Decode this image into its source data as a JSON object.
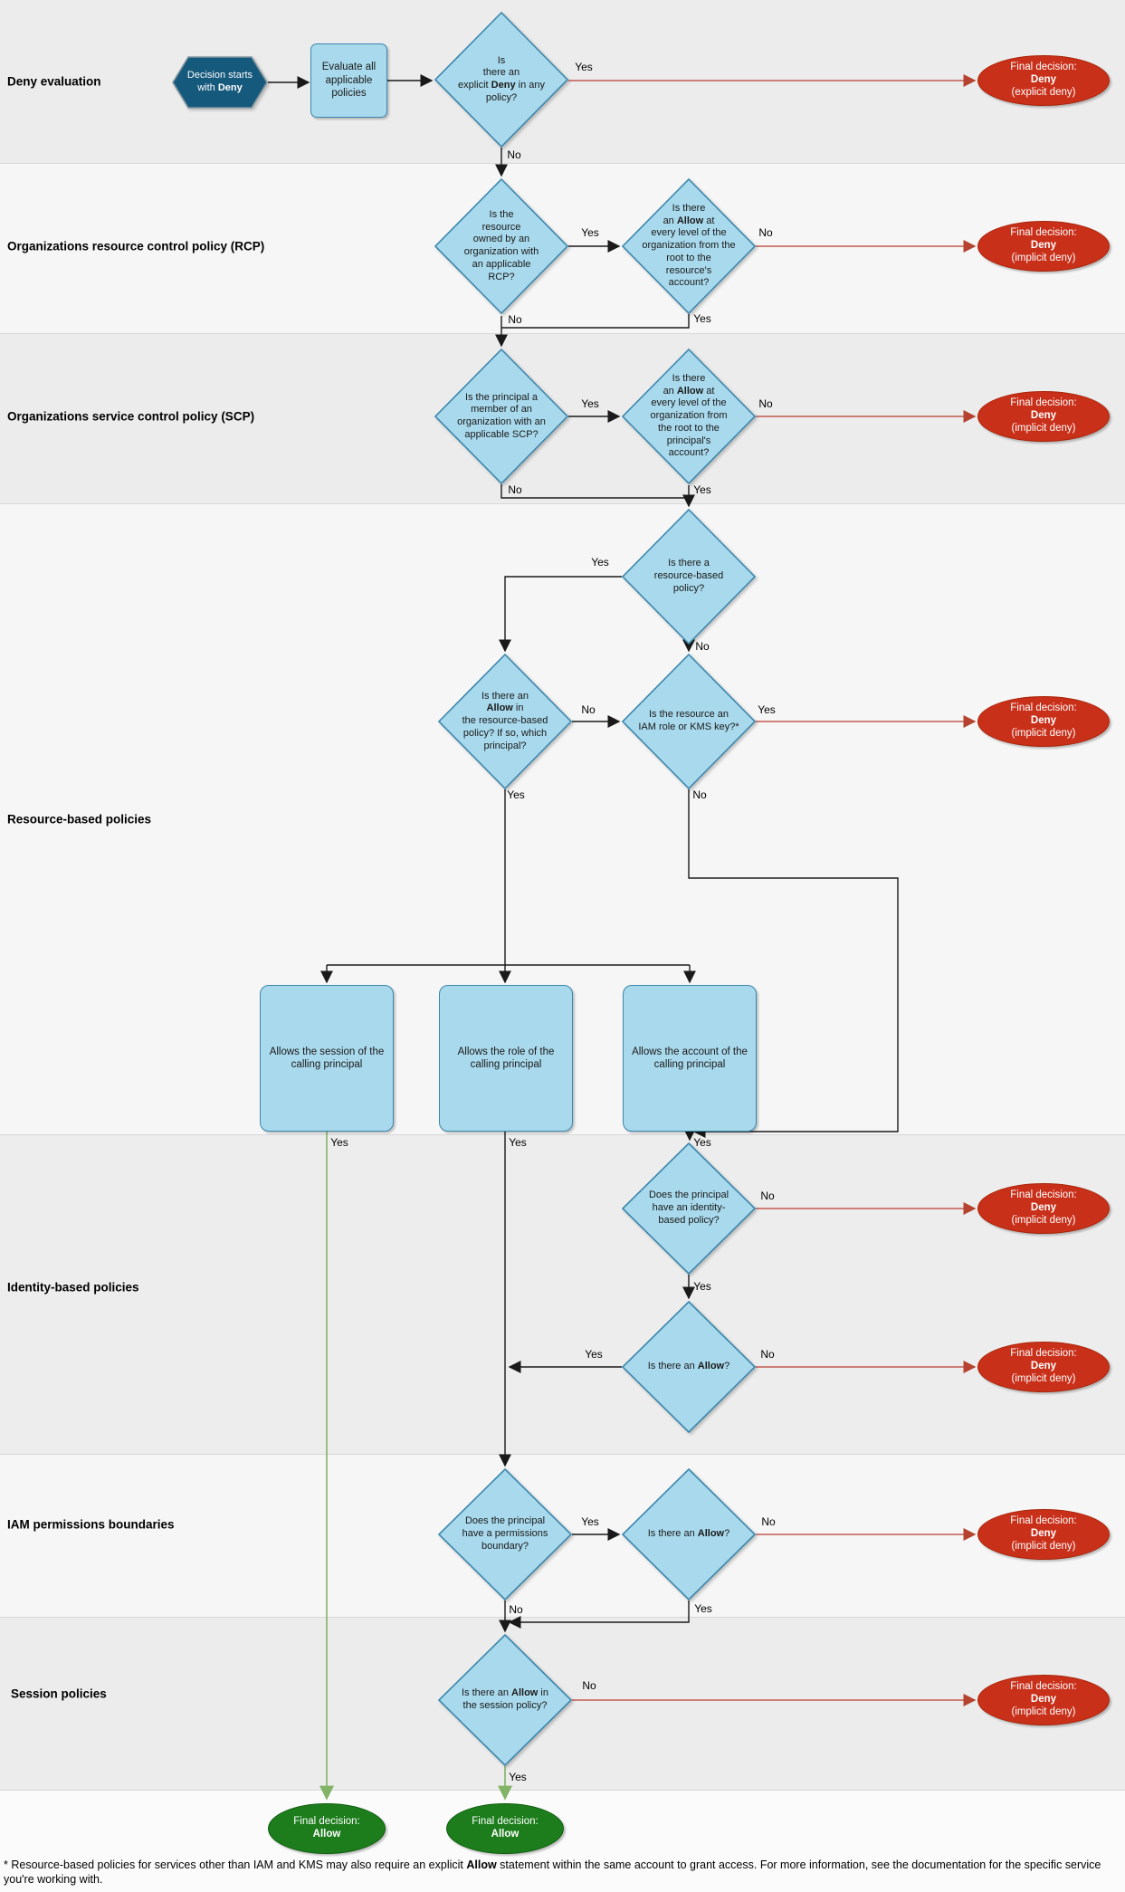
{
  "sections": [
    {
      "label": "Deny evaluation"
    },
    {
      "label": "Organizations resource control policy (RCP)"
    },
    {
      "label": "Organizations service control policy (SCP)"
    },
    {
      "label": "Resource-based policies"
    },
    {
      "label": "Identity-based policies"
    },
    {
      "label": "IAM permissions boundaries"
    },
    {
      "label": "Session policies"
    }
  ],
  "nodes": {
    "start": "Decision starts\nwith **Deny**",
    "evaluate": "Evaluate all\napplicable\npolicies",
    "explicit_deny_q": "Is\nthere an\nexplicit **Deny** in any\npolicy?",
    "rcp_applicable_q": "Is the\nresource\nowned by an\norganization with\nan applicable\nRCP?",
    "rcp_allow_q": "Is there\nan **Allow** at\nevery level of the\norganization from the\nroot to the\nresource's\naccount?",
    "scp_applicable_q": "Is the principal a\nmember of an\norganization with an\napplicable SCP?",
    "scp_allow_q": "Is there\nan **Allow** at\nevery level of the\norganization from\nthe root to the\nprincipal's\naccount?",
    "rbp_exists_q": "Is there a\nresource-based\npolicy?",
    "rbp_allow_q": "Is there an\n**Allow** in\nthe resource-based\npolicy? If so, which\nprincipal?",
    "iam_kms_q": "Is the resource an\nIAM role or KMS key?*",
    "allows_session": "Allows the session of the\ncalling principal",
    "allows_role": "Allows the role of the\ncalling principal",
    "allows_account": "Allows the account of the\ncalling principal",
    "identity_policy_q": "Does the principal\nhave an identity-\nbased policy?",
    "identity_allow_q": "Is there an **Allow**?",
    "boundary_q": "Does the principal\nhave a permissions\nboundary?",
    "boundary_allow_q": "Is there an **Allow**?",
    "session_allow_q": "Is there an **Allow** in\nthe session policy?"
  },
  "outcomes": {
    "deny_explicit": "Final decision:\n**Deny**\n(explicit deny)",
    "deny_implicit": "Final decision:\n**Deny**\n(implicit deny)",
    "allow": "Final decision:\n**Allow**"
  },
  "edge_labels": {
    "yes": "Yes",
    "no": "No"
  },
  "footnote": "* Resource-based policies for services other than IAM and KMS may also require an explicit **Allow** statement within the same account to grant access. For more information, see the documentation for the specific service you're working with.",
  "colors": {
    "node_fill": "#a9d9ec",
    "node_stroke": "#3b87ad",
    "start_fill": "#15597c",
    "start_stroke": "#82959e",
    "deny_fill": "#c9301a",
    "deny_stroke": "#a82408",
    "allow_fill": "#1d7d1d",
    "allow_stroke": "#0e5c0e",
    "edge_black": "#1a1a1a",
    "edge_red": "#c25b50",
    "edge_red_head": "#b5432f",
    "edge_green": "#82b366"
  }
}
